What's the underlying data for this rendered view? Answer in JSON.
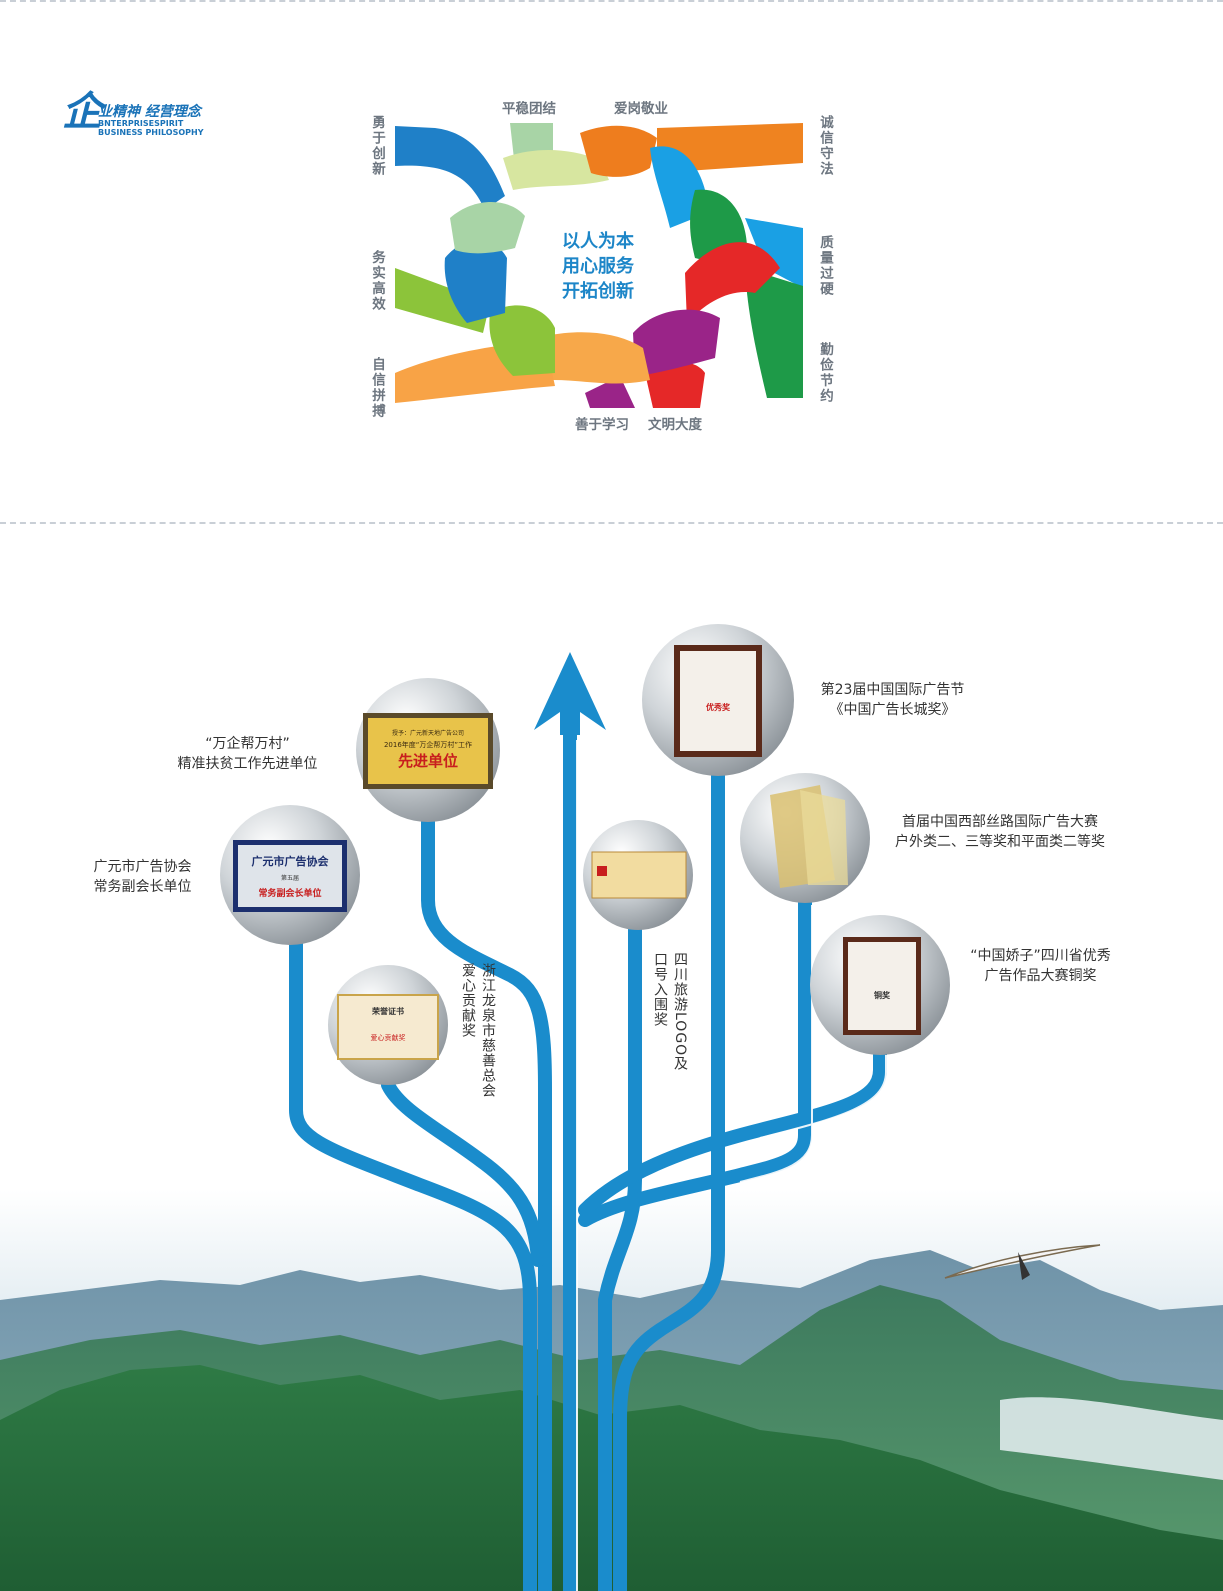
{
  "logo": {
    "big_char": "企",
    "title": "业精神  经营理念",
    "en_line1": "BNTERPRISESPIRIT",
    "en_line2": "BUSINESS PHILOSOPHY"
  },
  "values_top": [
    "平稳团结",
    "爱岗敬业"
  ],
  "values_left": [
    "勇于创新",
    "务实高效",
    "自信拼搏"
  ],
  "values_right": [
    "诚信守法",
    "质量过硬",
    "勤俭节约"
  ],
  "values_bottom": [
    "善于学习",
    "文明大度"
  ],
  "center_slogan": [
    "以人为本",
    "用心服务",
    "开拓创新"
  ],
  "awards": {
    "a1": [
      "“万企帮万村”",
      "精准扶贫工作先进单位"
    ],
    "a2": [
      "广元市广告协会",
      "常务副会长单位"
    ],
    "a3": [
      "浙江龙泉市慈善总会",
      "爱心贡献奖"
    ],
    "a4": [
      "四川旅游LOGO及",
      "口号入围奖"
    ],
    "a5": [
      "第23届中国国际广告节",
      "《中国广告长城奖》"
    ],
    "a6": [
      "首届中国西部丝路国际广告大赛",
      "户外类二、三等奖和平面类二等奖"
    ],
    "a7": [
      "“中国娇子”四川省优秀",
      "广告作品大赛铜奖"
    ]
  },
  "plaques": {
    "p1_line1": "授予：广元新天地广告公司",
    "p1_line2": "2016年度“万企帮万村”工作",
    "p1_main": "先进单位",
    "p2_title": "广元市广告协会",
    "p2_sub": "第五届",
    "p2_main": "常务副会长单位",
    "p3_title": "荣誉证书",
    "p3_main": "爱心贡献奖",
    "p5_main": "优秀奖",
    "p7_main": "铜奖"
  },
  "colors": {
    "branch_blue": "#1a8ccc",
    "brand_blue": "#1a73b8",
    "label_gray": "#6d7680"
  }
}
